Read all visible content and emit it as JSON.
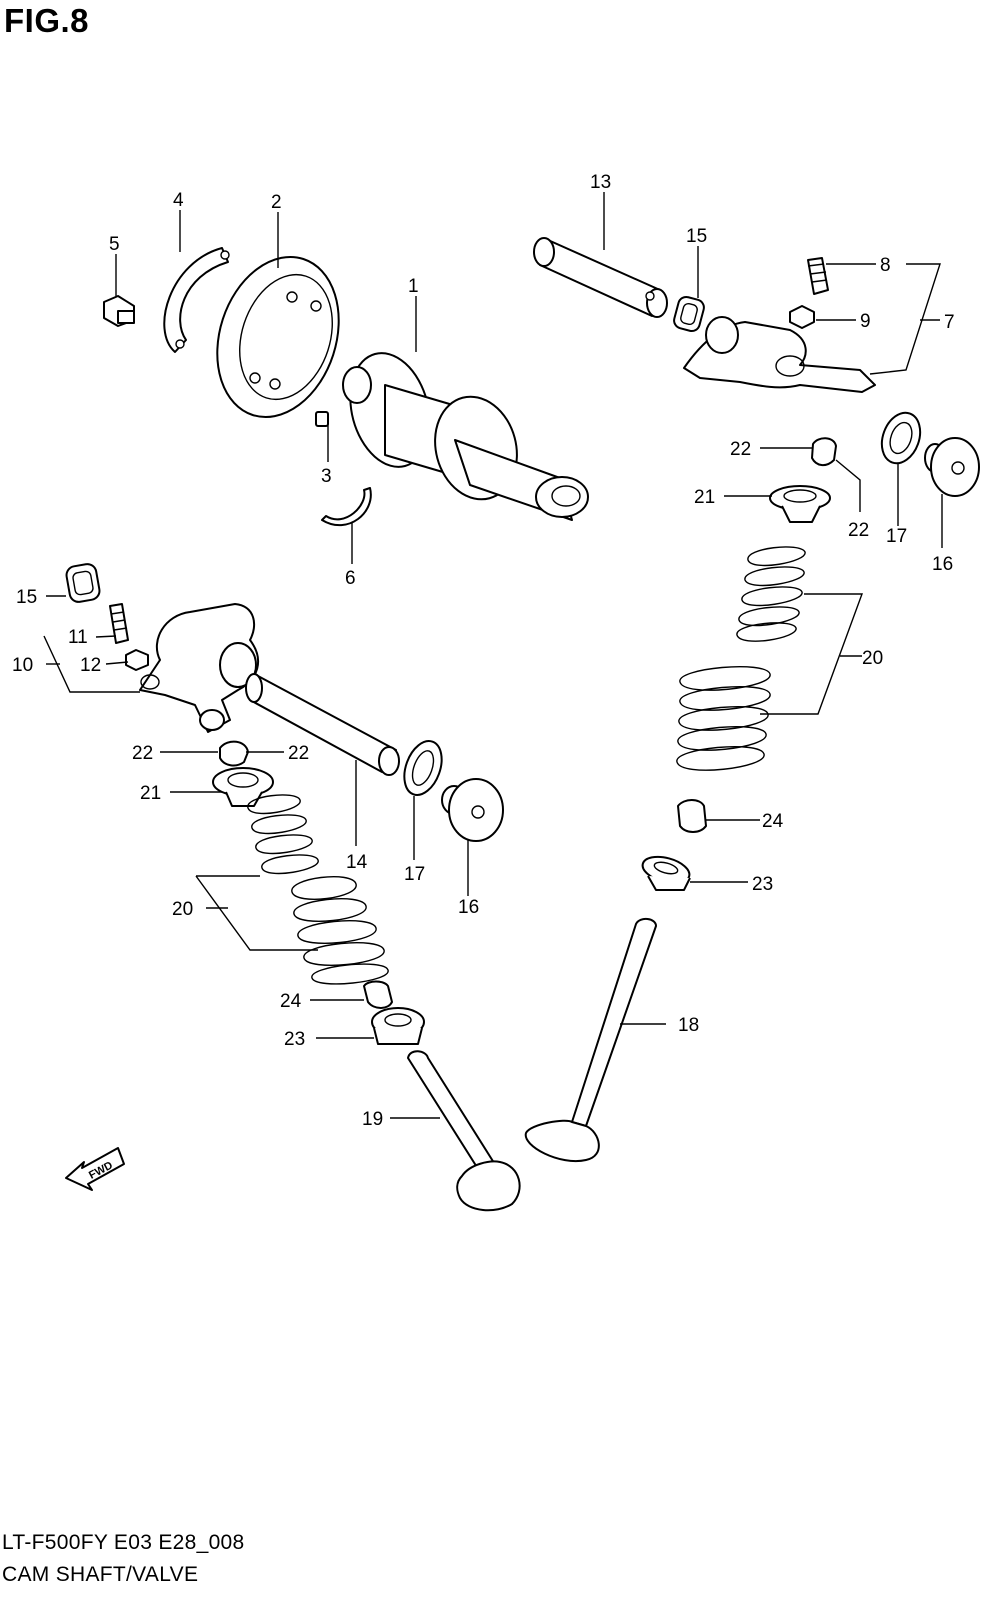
{
  "figure_title": "FIG.8",
  "footer": {
    "model_code": "LT-F500FY E03 E28_008",
    "section_name": "CAM SHAFT/VALVE"
  },
  "callouts": {
    "c1": "1",
    "c2": "2",
    "c3": "3",
    "c4": "4",
    "c5": "5",
    "c6": "6",
    "c7": "7",
    "c8": "8",
    "c9": "9",
    "c10": "10",
    "c11": "11",
    "c12": "12",
    "c13": "13",
    "c14": "14",
    "c15a": "15",
    "c15b": "15",
    "c16a": "16",
    "c16b": "16",
    "c17a": "17",
    "c17b": "17",
    "c18": "18",
    "c19": "19",
    "c20a": "20",
    "c20b": "20",
    "c21a": "21",
    "c21b": "21",
    "c22a": "22",
    "c22b": "22",
    "c22c": "22",
    "c22d": "22",
    "c23a": "23",
    "c23b": "23",
    "c24a": "24",
    "c24b": "24"
  },
  "fwd_arrow_label": "FWD"
}
